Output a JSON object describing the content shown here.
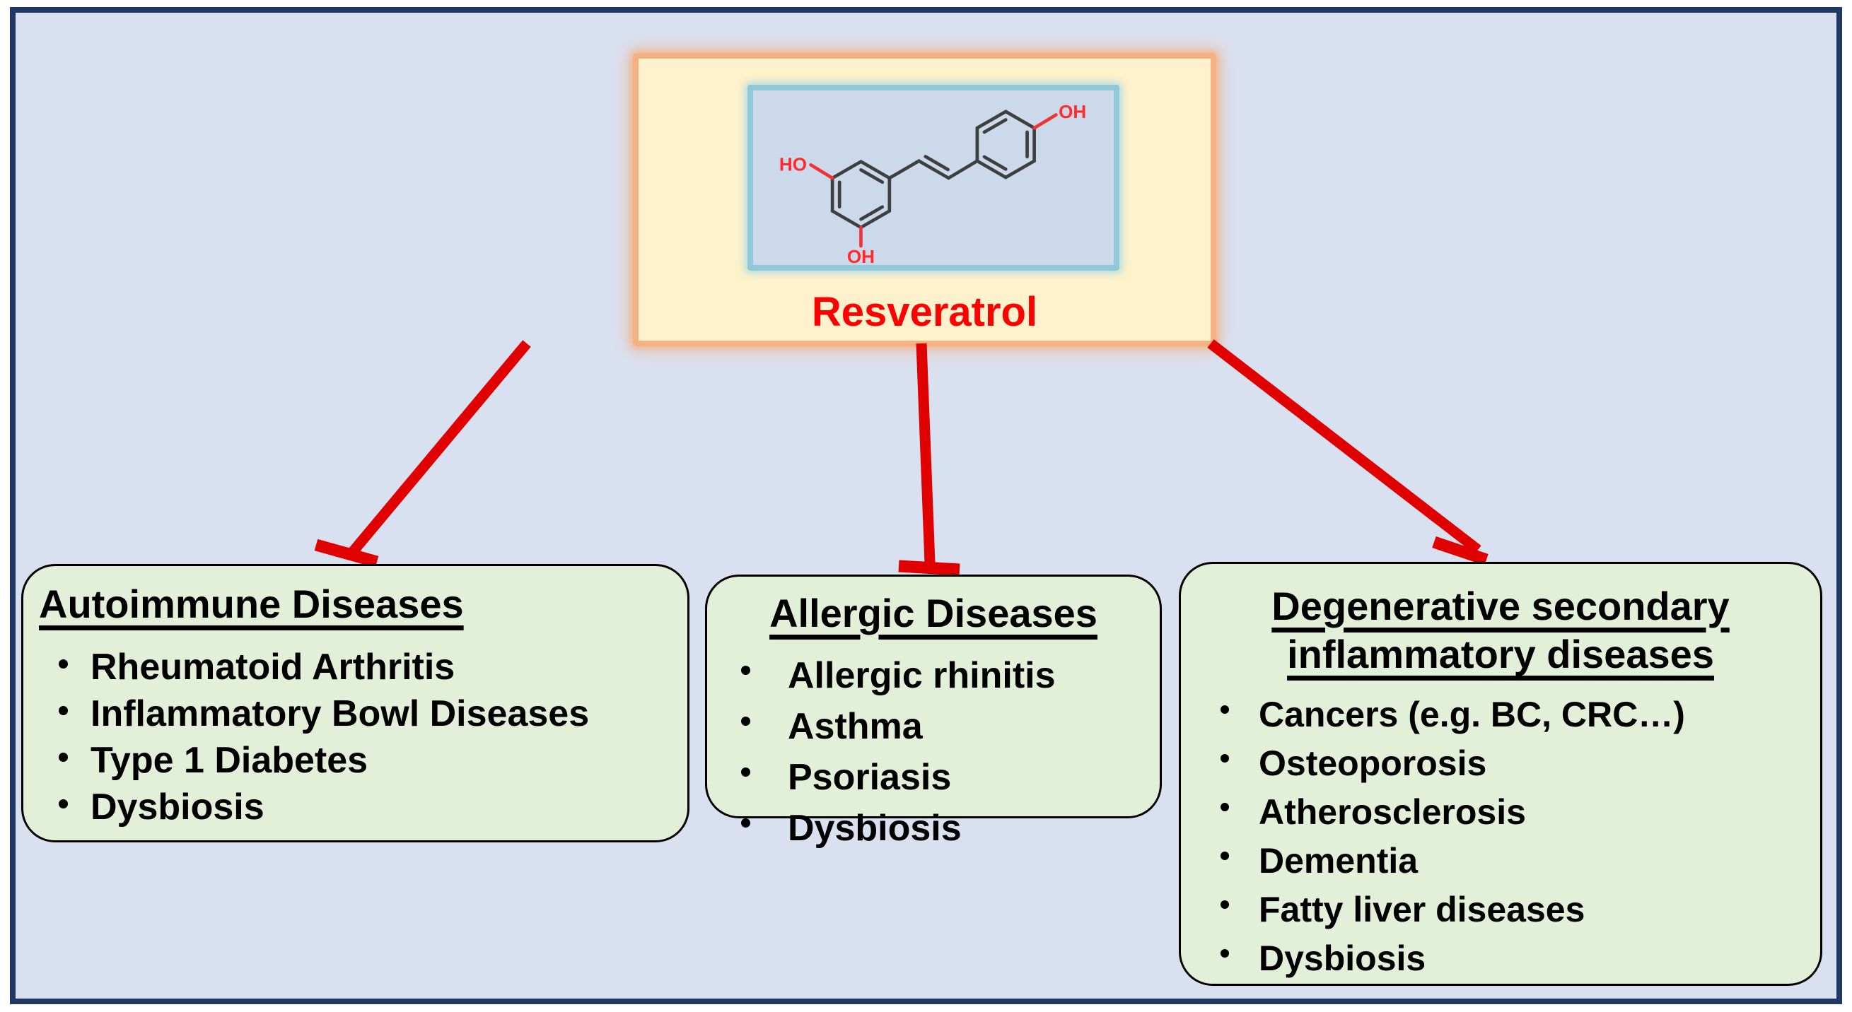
{
  "figure": {
    "type": "mechanism-diagram",
    "relation": "inhibition",
    "colors": {
      "page_background": "#ffffff",
      "panel_background": "#d9e1f1",
      "frame_border": "#1f3864",
      "source_box_fill": "#fdf2cc",
      "source_box_border": "#f6b183",
      "molecule_panel_fill": "#ccd9ea",
      "molecule_panel_border": "#8fc9da",
      "disease_box_fill": "#e2efd9",
      "disease_box_border": "#000000",
      "arrow_red": "#e00000",
      "label_red": "#ff0000",
      "bond_gray": "#3f3f3f"
    }
  },
  "source_box": {
    "label": "Resveratrol"
  },
  "molecule": {
    "name": "resveratrol-structure",
    "ho_left": "HO",
    "oh_bottom": "OH",
    "oh_right": "OH"
  },
  "arrows": [
    {
      "from": "resveratrol",
      "to": "autoimmune-diseases",
      "style": "inhibition-t-bar"
    },
    {
      "from": "resveratrol",
      "to": "allergic-diseases",
      "style": "inhibition-t-bar"
    },
    {
      "from": "resveratrol",
      "to": "degenerative-secondary-inflammatory-diseases",
      "style": "inhibition-t-bar"
    }
  ],
  "disease_boxes": [
    {
      "title": "Autoimmune Diseases",
      "items": [
        "Rheumatoid Arthritis",
        "Inflammatory Bowl Diseases",
        "Type 1 Diabetes",
        "Dysbiosis"
      ]
    },
    {
      "title": "Allergic Diseases",
      "items": [
        "Allergic rhinitis",
        "Asthma",
        "Psoriasis",
        "Dysbiosis"
      ]
    },
    {
      "title": "Degenerative secondary inflammatory diseases",
      "items": [
        "Cancers (e.g. BC, CRC…)",
        "Osteoporosis",
        "Atherosclerosis",
        "Dementia",
        "Fatty liver diseases",
        "Dysbiosis"
      ]
    }
  ]
}
